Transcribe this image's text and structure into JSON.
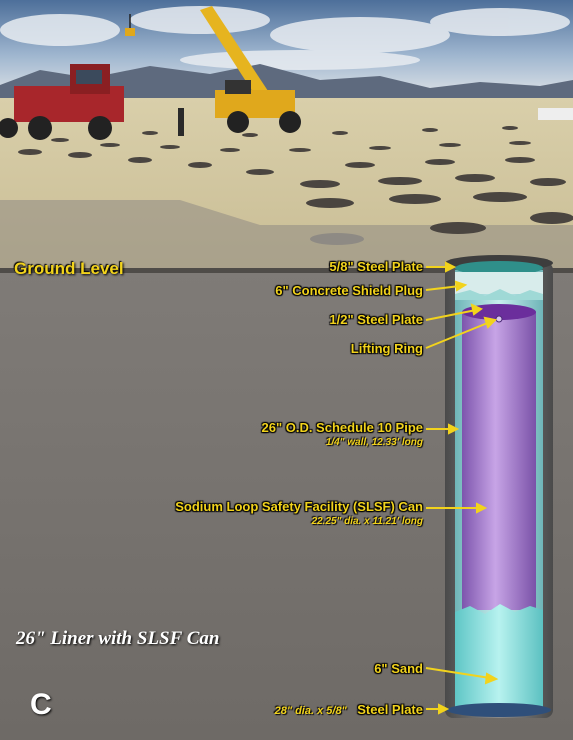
{
  "labels": {
    "ground_level": "Ground Level",
    "steel_plate_top": "5/8\" Steel Plate",
    "concrete_plug": "6\" Concrete Shield Plug",
    "steel_plate_half": "1/2\" Steel Plate",
    "lifting_ring": "Lifting Ring",
    "pipe": "26\" O.D. Schedule 10 Pipe",
    "pipe_sub": "1/4\" wall, 12.33' long",
    "slsf_can": "Sodium Loop Safety Facility (SLSF) Can",
    "slsf_sub": "22.25\" dia. x 11.21' long",
    "sand": "6\" Sand",
    "bottom_plate_italic": "28\" dia. x 5/8\"",
    "bottom_plate": "Steel Plate"
  },
  "caption": "26\" Liner with SLSF Can",
  "panel_letter": "C",
  "colors": {
    "label": "#f2d31c",
    "can": "#9b6fc6",
    "sand": "#8fe3e0",
    "plate": "#2f8f8a",
    "soil": "#7a7672",
    "sky": "#6a8fb8"
  }
}
